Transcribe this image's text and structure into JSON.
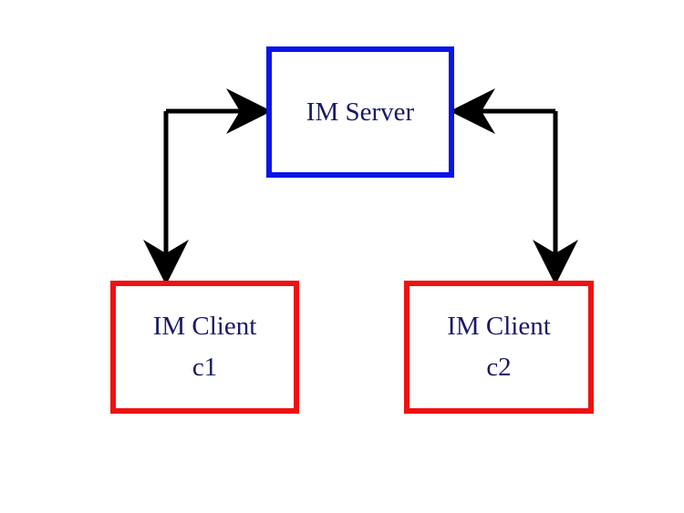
{
  "colors": {
    "server_border": "#0a14e6",
    "client_border": "#ee1111",
    "arrow": "#000000",
    "text": "#1a1a66"
  },
  "nodes": {
    "server": {
      "label": "IM Server"
    },
    "client1": {
      "line1": "IM Client",
      "line2": "c1"
    },
    "client2": {
      "line1": "IM Client",
      "line2": "c2"
    }
  },
  "connections": [
    {
      "from": "client1",
      "to": "server",
      "direction": "bidirectional"
    },
    {
      "from": "client2",
      "to": "server",
      "direction": "bidirectional"
    }
  ]
}
